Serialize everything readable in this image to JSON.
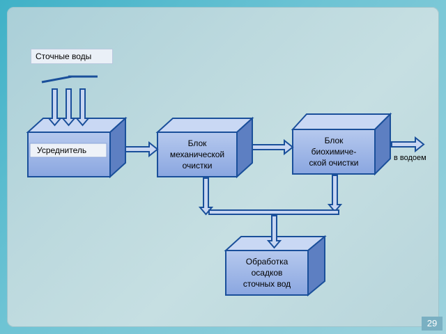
{
  "labels": {
    "source": "Сточные воды",
    "outlet": "в водоем"
  },
  "blocks": [
    {
      "id": "equalizer",
      "text": "Усреднитель"
    },
    {
      "id": "mechanical",
      "line1": "Блок",
      "line2": "механической",
      "line3": "очистки"
    },
    {
      "id": "biochemical",
      "line1": "Блок",
      "line2": "биохимиче-",
      "line3": "ской очистки"
    },
    {
      "id": "sludge",
      "line1": "Обработка",
      "line2": "осадков",
      "line3": "сточных вод"
    }
  ],
  "page_number": "29",
  "colors": {
    "box_front": "#9fb8e8",
    "box_top": "#c9d8f4",
    "box_side": "#5d7fc2",
    "stroke": "#1a4f9a",
    "arrow_fill": "#c8d6f2"
  }
}
